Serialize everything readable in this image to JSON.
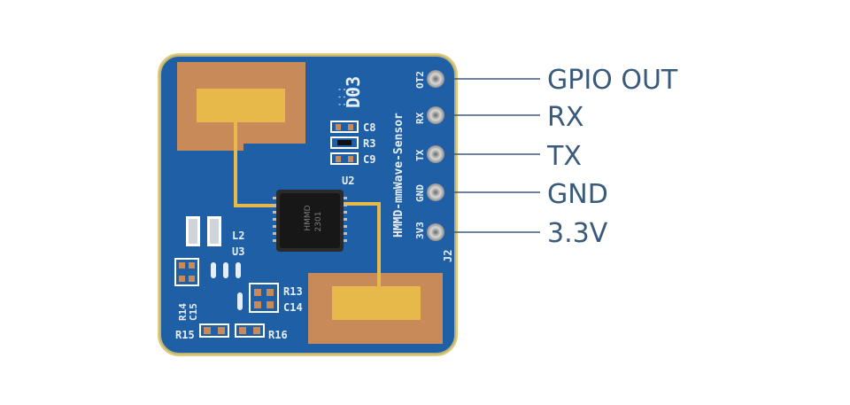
{
  "board": {
    "name": "HMMD-mmWave-Sensor",
    "revision": "D03",
    "connector": "J2",
    "chip_marking": [
      "HMMD",
      "2301"
    ],
    "colors": {
      "pcb": "#1f5fa6",
      "copper": "#c98a5a",
      "gold": "#e7b94a",
      "silkscreen": "#e8eef5",
      "leader_line": "#3a5a7c"
    }
  },
  "silkscreen_labels": {
    "c8": "C8",
    "r3": "R3",
    "c9": "C9",
    "u2": "U2",
    "l2": "L2",
    "u3": "U3",
    "r13": "R13",
    "c14": "C14",
    "r14": "R14",
    "c15": "C15",
    "r15": "R15",
    "r16": "R16",
    "pin_ot2": "OT2",
    "pin_rx": "RX",
    "pin_tx": "TX",
    "pin_gnd": "GND",
    "pin_3v3": "3V3"
  },
  "pins": [
    {
      "label": "GPIO OUT"
    },
    {
      "label": "RX"
    },
    {
      "label": "TX"
    },
    {
      "label": "GND"
    },
    {
      "label": "3.3V"
    }
  ]
}
